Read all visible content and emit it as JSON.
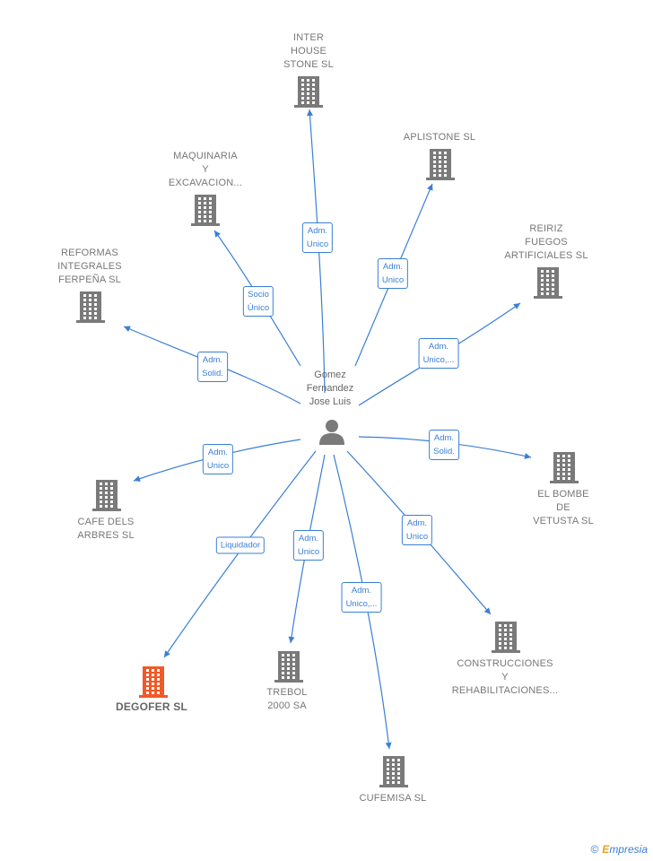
{
  "center": {
    "name": "Gomez\nFernandez\nJose Luis",
    "icon": "person-icon"
  },
  "companies": [
    {
      "id": "inter-house",
      "label": "INTER\nHOUSE\nSTONE SL",
      "role": "Adm.\nUnico",
      "highlight": false
    },
    {
      "id": "aplistone",
      "label": "APLISTONE SL",
      "role": "Adm.\nUnico",
      "highlight": false
    },
    {
      "id": "maquinaria",
      "label": "MAQUINARIA\nY\nEXCAVACION...",
      "role": "Socio\nÚnico",
      "highlight": false
    },
    {
      "id": "reiriz",
      "label": "REIRIZ\nFUEGOS\nARTIFICIALES SL",
      "role": "Adm.\nUnico,...",
      "highlight": false
    },
    {
      "id": "reformas",
      "label": "REFORMAS\nINTEGRALES\nFERPEÑA SL",
      "role": "Adm.\nSolid.",
      "highlight": false
    },
    {
      "id": "bombe",
      "label": "EL BOMBE\nDE\nVETUSTA SL",
      "role": "Adm.\nSolid.",
      "highlight": false
    },
    {
      "id": "cafe",
      "label": "CAFE DELS\nARBRES SL",
      "role": "Adm.\nUnico",
      "highlight": false
    },
    {
      "id": "construcciones",
      "label": "CONSTRUCCIONES\nY\nREHABILITACIONES...",
      "role": "Adm.\nUnico",
      "highlight": false
    },
    {
      "id": "degofer",
      "label": "DEGOFER SL",
      "role": "Liquidador",
      "highlight": true
    },
    {
      "id": "trebol",
      "label": "TREBOL\n2000 SA",
      "role": "Adm.\nUnico",
      "highlight": false
    },
    {
      "id": "cufemisa",
      "label": "CUFEMISA SL",
      "role": "Adm.\nUnico,...",
      "highlight": false
    }
  ],
  "colors": {
    "edge": "#3a7fd5",
    "building": "#7a7a7a",
    "building_highlight": "#f05a28",
    "person": "#7a7a7a"
  },
  "footer": {
    "copyright": "©",
    "brand_first": "E",
    "brand_rest": "mpresia"
  }
}
